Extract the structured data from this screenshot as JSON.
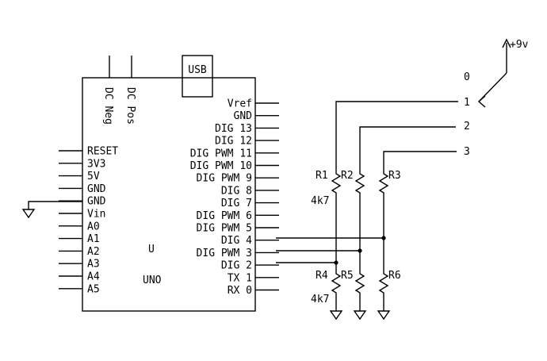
{
  "board": {
    "usb": "USB",
    "dc_neg": "DC Neg",
    "dc_pos": "DC Pos",
    "ref": "U",
    "name": "UNO",
    "left_pins": [
      "RESET",
      "3V3",
      "5V",
      "GND",
      "GND",
      "Vin",
      "A0",
      "A1",
      "A2",
      "A3",
      "A4",
      "A5"
    ],
    "right_pins": [
      "Vref",
      "GND",
      "DIG 13",
      "DIG 12",
      "DIG PWM 11",
      "DIG PWM 10",
      "DIG PWM 9",
      "DIG 8",
      "DIG 7",
      "DIG PWM 6",
      "DIG PWM 5",
      "DIG 4",
      "DIG PWM 3",
      "DIG 2",
      "TX 1",
      "RX 0"
    ]
  },
  "power": {
    "label": "+9v"
  },
  "switch": {
    "terminals": [
      "0",
      "1",
      "2",
      "3"
    ]
  },
  "resistors": {
    "r1": "R1",
    "r2": "R2",
    "r3": "R3",
    "r4": "R4",
    "r5": "R5",
    "r6": "R6",
    "value_top": "4k7",
    "value_bottom": "4k7"
  }
}
